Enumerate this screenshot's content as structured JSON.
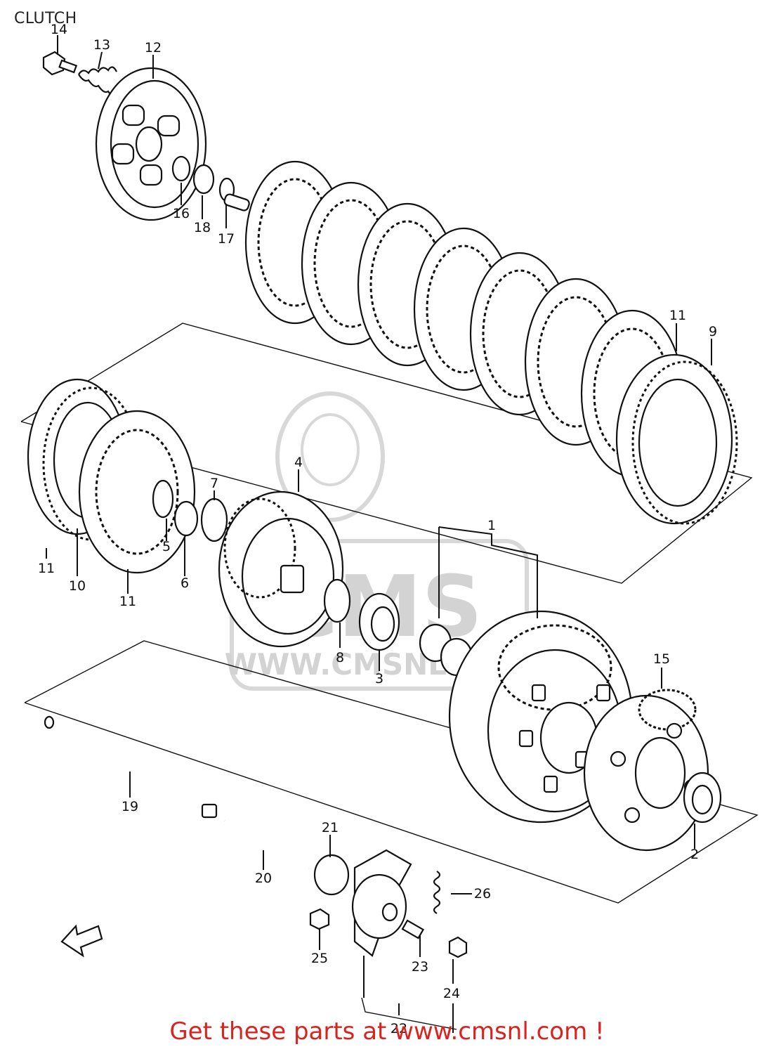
{
  "page": {
    "title": "CLUTCH",
    "footer": "Get these parts at www.cmsnl.com !",
    "watermark": {
      "brand": "CMS",
      "url": "WWW.CMSNL.COM"
    }
  },
  "colors": {
    "footer": "#d9231f",
    "line": "#111111",
    "watermark": "#cfcfcf"
  },
  "icons": {
    "front_arrow": "front-arrow-icon"
  },
  "callouts": [
    "14",
    "13",
    "12",
    "16",
    "18",
    "17",
    "11",
    "9",
    "7",
    "4",
    "1",
    "11",
    "10",
    "11",
    "5",
    "6",
    "8",
    "3",
    "15",
    "19",
    "21",
    "20",
    "26",
    "25",
    "23",
    "24",
    "2",
    "22"
  ]
}
